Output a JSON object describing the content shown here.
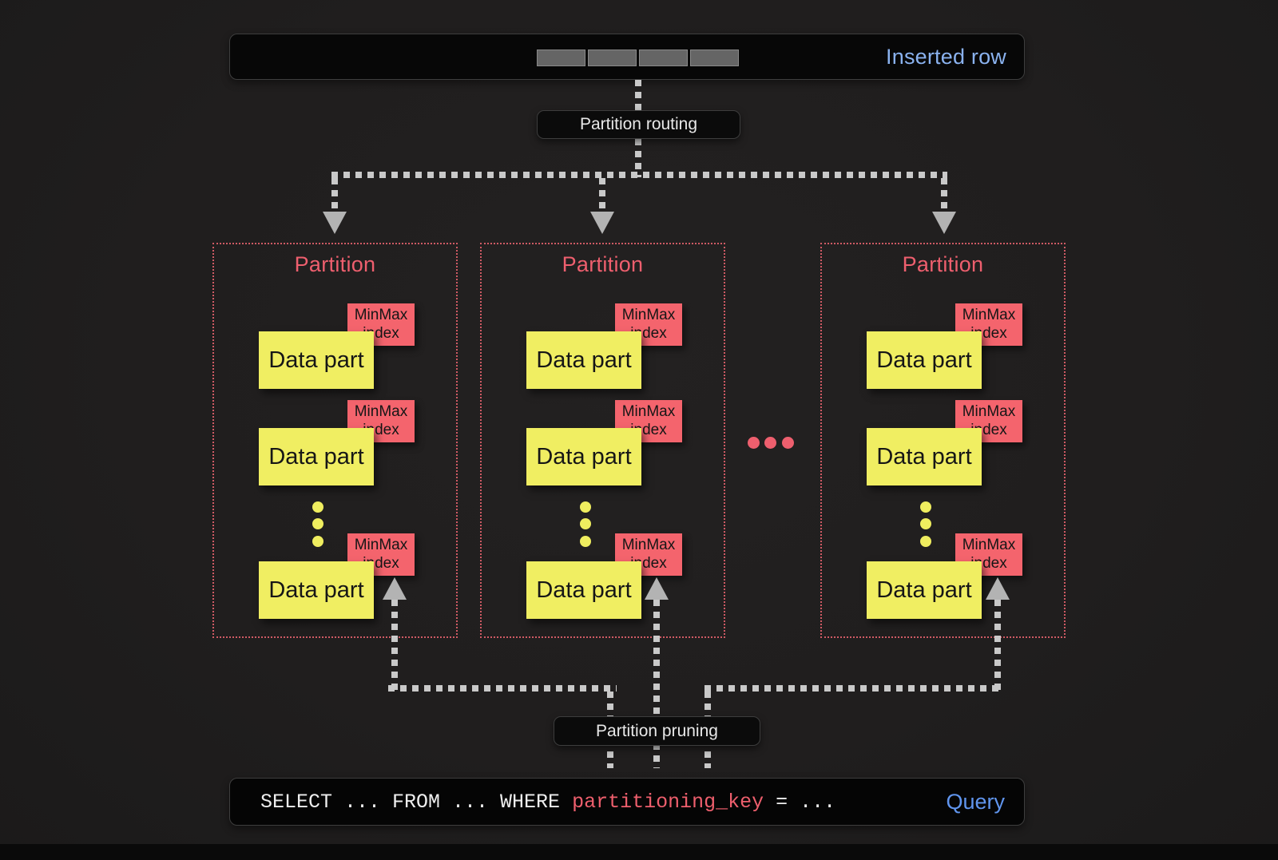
{
  "inserted_row_bar": {
    "label": "Inserted row",
    "segment_count": 4
  },
  "flow": {
    "routing_label": "Partition routing",
    "pruning_label": "Partition pruning"
  },
  "partitions": [
    {
      "title": "Partition",
      "parts": [
        {
          "label": "Data part",
          "index": "MinMax index"
        },
        {
          "label": "Data part",
          "index": "MinMax index"
        },
        {
          "label": "Data part",
          "index": "MinMax index"
        }
      ]
    },
    {
      "title": "Partition",
      "parts": [
        {
          "label": "Data part",
          "index": "MinMax index"
        },
        {
          "label": "Data part",
          "index": "MinMax index"
        },
        {
          "label": "Data part",
          "index": "MinMax index"
        }
      ]
    },
    {
      "title": "Partition",
      "parts": [
        {
          "label": "Data part",
          "index": "MinMax index"
        },
        {
          "label": "Data part",
          "index": "MinMax index"
        },
        {
          "label": "Data part",
          "index": "MinMax index"
        }
      ]
    }
  ],
  "query_bar": {
    "select_clause": "SELECT ... FROM ... WHERE ",
    "key": "partitioning_key",
    "equals_clause": " = ...",
    "label": "Query"
  },
  "colors": {
    "background": "#201e1e",
    "inserted_row_blue": "#8ab2ef",
    "query_blue": "#6095ee",
    "partition_red": "#ee5f6e",
    "minmax_red": "#f4646d",
    "data_part_yellow": "#f0ee62",
    "connector_gray": "#c9c9c9",
    "row_segment_gray": "#656565"
  }
}
